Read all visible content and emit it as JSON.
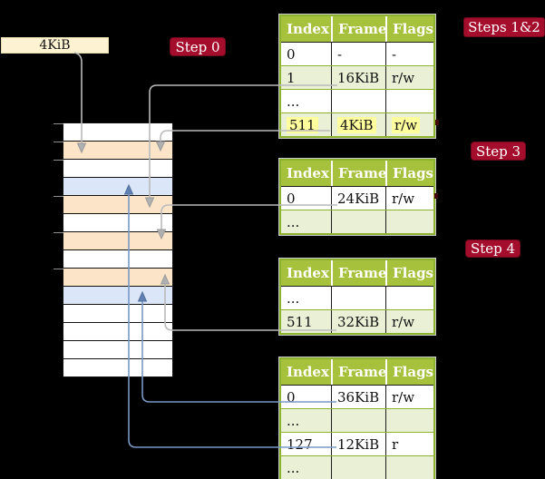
{
  "colors": {
    "header_green": "#a6c13c",
    "row_green": "#eaf0d6",
    "grid_green": "#8db32e",
    "highlight_yellow": "#ffff9e",
    "badge_red": "#a50d2d",
    "badge_border": "#70091e",
    "orange": "#fce4c8",
    "blue": "#dbe7f8",
    "cream": "#fdf2d2",
    "line_gray": "#b9b9b9",
    "line_blue": "#7b97c6",
    "arrow_blue": "#6080b2"
  },
  "page_size_label": "4KiB",
  "badges": {
    "step0": "Step 0",
    "steps12": "Steps 1&2",
    "step3": "Step 3",
    "step4": "Step 4"
  },
  "memory_strip": {
    "rows": [
      "white",
      "orange",
      "white",
      "blue",
      "orange",
      "white",
      "orange",
      "white",
      "orange",
      "blue",
      "white",
      "white",
      "white",
      "white"
    ]
  },
  "tables": [
    {
      "id": "page-table-at-4kib",
      "headers": [
        "Index",
        "Frame",
        "Flags"
      ],
      "rows": [
        {
          "cells": [
            "0",
            "-",
            "-"
          ],
          "shaded": false,
          "highlight": false
        },
        {
          "cells": [
            "1",
            "16KiB",
            "r/w"
          ],
          "shaded": true,
          "highlight": false
        },
        {
          "cells": [
            "...",
            "",
            ""
          ],
          "shaded": false,
          "highlight": false
        },
        {
          "cells": [
            "511",
            "4KiB",
            "r/w"
          ],
          "shaded": true,
          "highlight": true
        }
      ]
    },
    {
      "id": "page-table-at-16kib",
      "headers": [
        "Index",
        "Frame",
        "Flags"
      ],
      "rows": [
        {
          "cells": [
            "0",
            "24KiB",
            "r/w"
          ],
          "shaded": false,
          "highlight": false
        },
        {
          "cells": [
            "...",
            "",
            ""
          ],
          "shaded": true,
          "highlight": false
        }
      ]
    },
    {
      "id": "page-table-at-24kib",
      "headers": [
        "Index",
        "Frame",
        "Flags"
      ],
      "rows": [
        {
          "cells": [
            "...",
            "",
            ""
          ],
          "shaded": false,
          "highlight": false
        },
        {
          "cells": [
            "511",
            "32KiB",
            "r/w"
          ],
          "shaded": true,
          "highlight": false
        }
      ]
    },
    {
      "id": "page-table-at-32kib",
      "headers": [
        "Index",
        "Frame",
        "Flags"
      ],
      "rows": [
        {
          "cells": [
            "0",
            "36KiB",
            "r/w"
          ],
          "shaded": false,
          "highlight": false
        },
        {
          "cells": [
            "...",
            "",
            ""
          ],
          "shaded": true,
          "highlight": false
        },
        {
          "cells": [
            "127",
            "12KiB",
            "r"
          ],
          "shaded": false,
          "highlight": false
        },
        {
          "cells": [
            "...",
            "",
            ""
          ],
          "shaded": true,
          "highlight": false
        }
      ]
    }
  ]
}
